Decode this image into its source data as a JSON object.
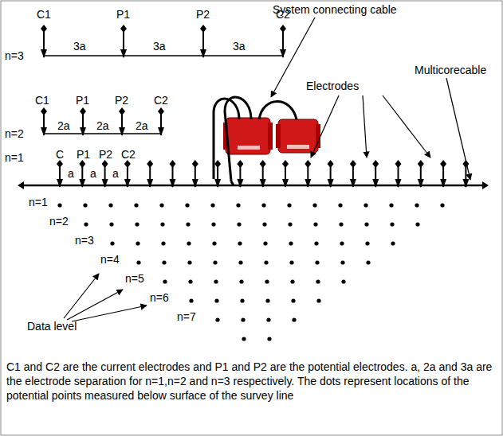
{
  "diagram": {
    "caption": "C1 and C2 are the current electrodes and P1 and P2 are the potential electrodes. a, 2a and 3a are the electrode separation for n=1,n=2 and n=3 respectively. The dots represent locations of the potential points measured below surface of the survey line",
    "labels": [
      "C1",
      "P1",
      "P2",
      "C2",
      "n=3",
      "3a",
      "3a",
      "3a",
      "System connecting cable",
      "C1",
      "P1",
      "P2",
      "C2",
      "n=2",
      "2a",
      "2a",
      "2a",
      "Electrodes",
      "n=1",
      "C",
      "P1",
      "P2",
      "C2",
      "a",
      "a",
      "a",
      "Multicorecable",
      "n=1",
      "n=2",
      "n=3",
      "n=4",
      "n=5",
      "n=6",
      "n=7",
      "Data level"
    ]
  }
}
